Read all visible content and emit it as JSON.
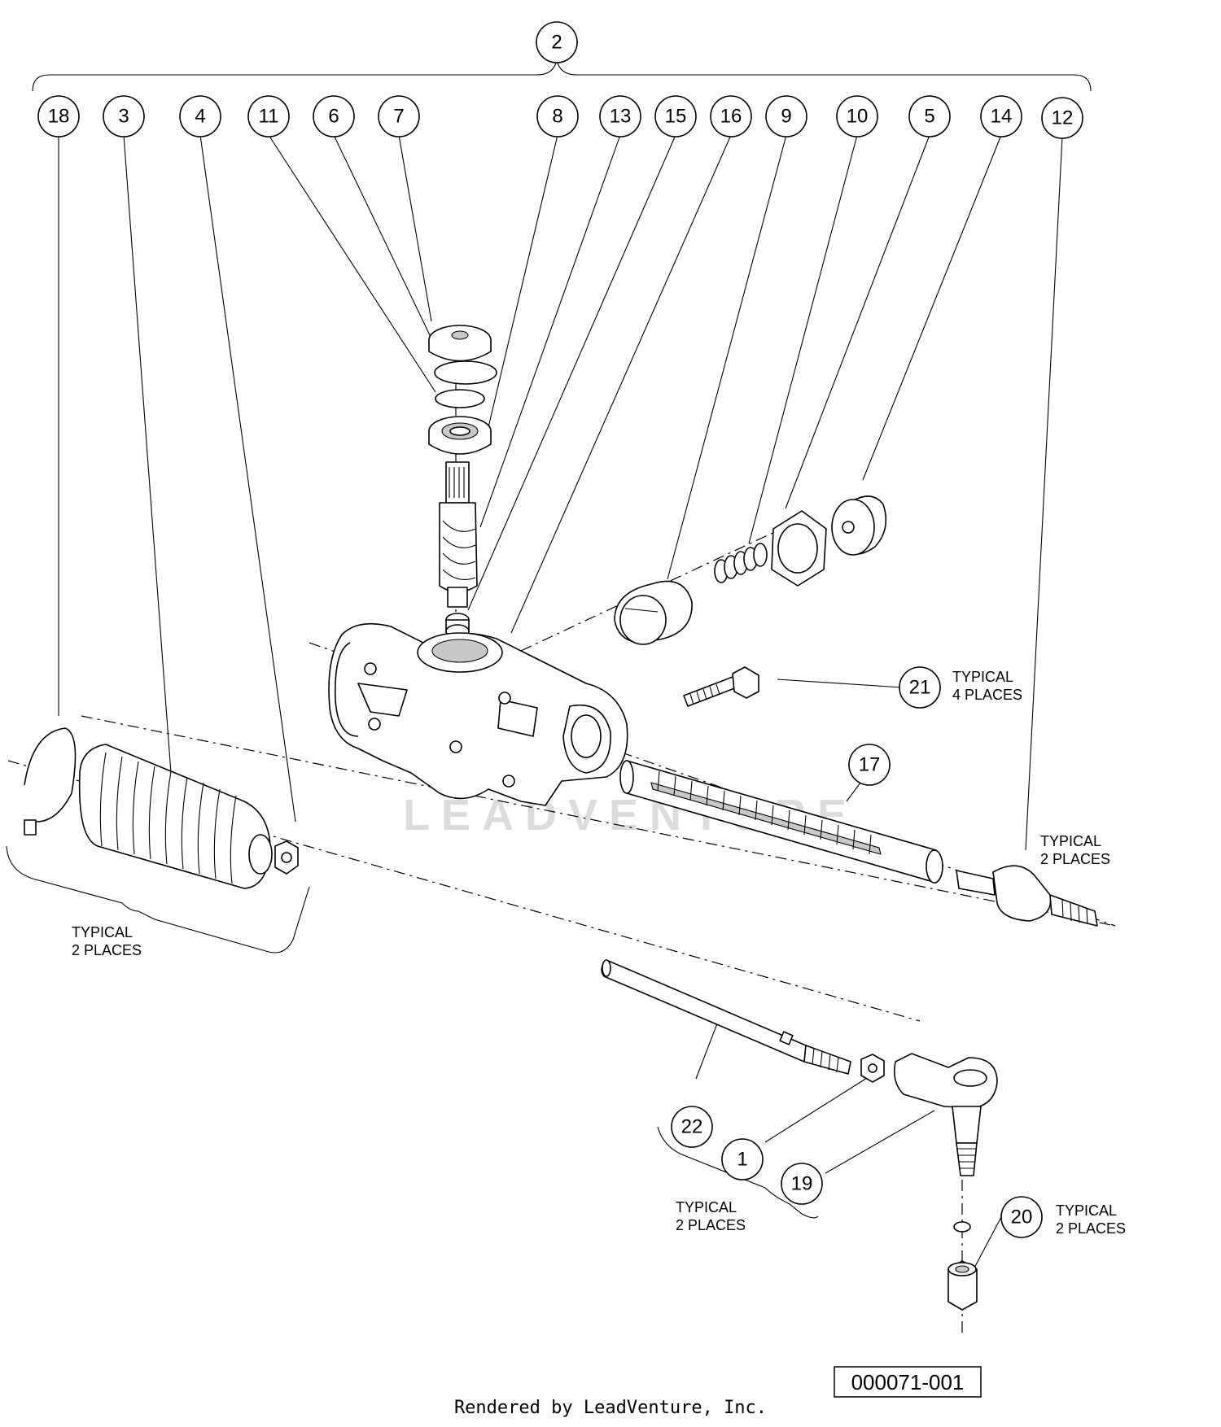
{
  "assembly_callout": "2",
  "callouts": [
    "18",
    "3",
    "4",
    "11",
    "6",
    "7",
    "8",
    "13",
    "15",
    "16",
    "9",
    "10",
    "5",
    "14",
    "12",
    "21",
    "17",
    "22",
    "1",
    "19",
    "20"
  ],
  "notes": {
    "n21_a": "TYPICAL",
    "n21_b": "4 PLACES",
    "n12_a": "TYPICAL",
    "n12_b": "2 PLACES",
    "n_boot_a": "TYPICAL",
    "n_boot_b": "2 PLACES",
    "n22_a": "TYPICAL",
    "n22_b": "2 PLACES",
    "n20_a": "TYPICAL",
    "n20_b": "2 PLACES"
  },
  "watermark": "LEADVENTURE",
  "figure_id": "000071-001",
  "credit": "Rendered by LeadVenture, Inc."
}
